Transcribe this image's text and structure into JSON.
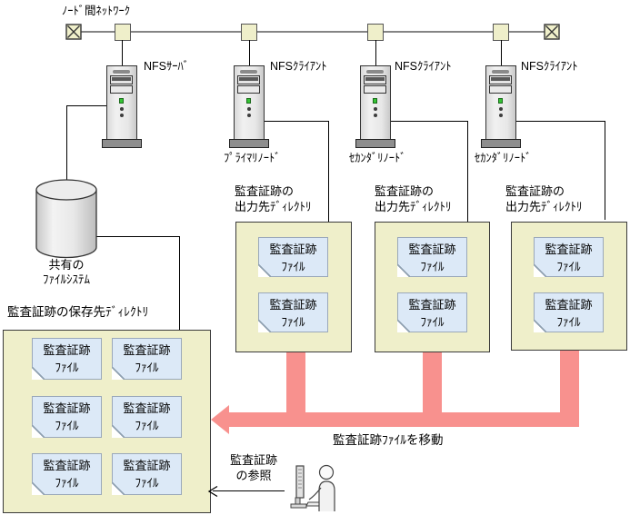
{
  "network": {
    "label": "ﾉｰﾄﾞ間ﾈｯﾄﾜｰｸ"
  },
  "nodes": [
    {
      "label": "NFSｻｰﾊﾞ"
    },
    {
      "label": "NFSｸﾗｲｱﾝﾄ",
      "role": "ﾌﾟﾗｲﾏﾘﾉｰﾄﾞ"
    },
    {
      "label": "NFSｸﾗｲｱﾝﾄ",
      "role": "ｾｶﾝﾀﾞﾘﾉｰﾄﾞ"
    },
    {
      "label": "NFSｸﾗｲｱﾝﾄ",
      "role": "ｾｶﾝﾀﾞﾘﾉｰﾄﾞ"
    }
  ],
  "shared_fs": {
    "label": "共有の\nﾌｧｲﾙｼｽﾃﾑ"
  },
  "save_dir": {
    "label": "監査証跡の保存先ﾃﾞｨﾚｸﾄﾘ",
    "files": [
      "監査証跡\nﾌｧｲﾙ",
      "監査証跡\nﾌｧｲﾙ",
      "監査証跡\nﾌｧｲﾙ",
      "監査証跡\nﾌｧｲﾙ",
      "監査証跡\nﾌｧｲﾙ",
      "監査証跡\nﾌｧｲﾙ"
    ]
  },
  "output_dirs": [
    {
      "label": "監査証跡の\n出力先ﾃﾞｨﾚｸﾄﾘ",
      "files": [
        "監査証跡\nﾌｧｲﾙ",
        "監査証跡\nﾌｧｲﾙ"
      ]
    },
    {
      "label": "監査証跡の\n出力先ﾃﾞｨﾚｸﾄﾘ",
      "files": [
        "監査証跡\nﾌｧｲﾙ",
        "監査証跡\nﾌｧｲﾙ"
      ]
    },
    {
      "label": "監査証跡の\n出力先ﾃﾞｨﾚｸﾄﾘ",
      "files": [
        "監査証跡\nﾌｧｲﾙ",
        "監査証跡\nﾌｧｲﾙ"
      ]
    }
  ],
  "annotations": {
    "move": "監査証跡ﾌｧｲﾙを移動",
    "reference": "監査証跡\nの参照"
  },
  "colors": {
    "box_fill": "#efefca",
    "file_fill": "#dce9f7",
    "arrow_pink": "#f8918e",
    "line_gray": "#848484"
  }
}
